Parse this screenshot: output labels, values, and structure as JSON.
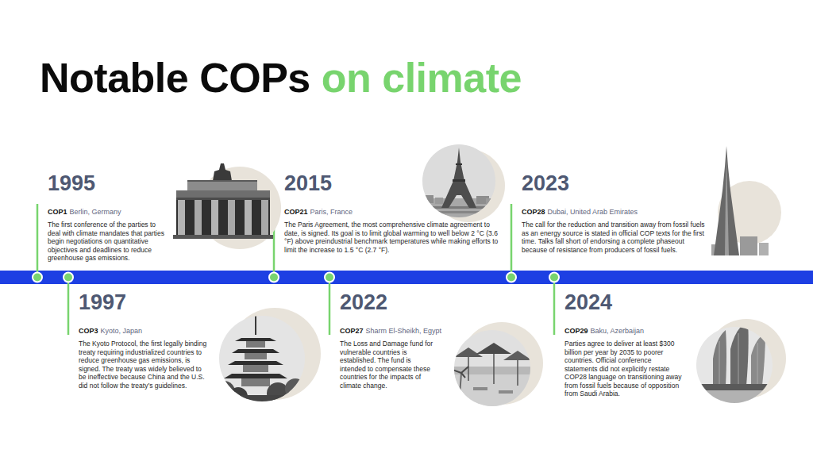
{
  "diagram": {
    "title": "Notable COPs",
    "nodes": [
      {
        "text": [
          "1995",
          "COP1",
          "Berlin, Germany",
          "The first conference of the parties to deal with climate mandates that parties begin negotiations on quantitative objectives and deadlines to reduce greenhouse gas emissions."
        ]
      },
      {
        "text": [
          "1997",
          "COP3",
          "Kyoto, Japan",
          "The Kyoto Protocol, the first legally binding treaty requiring industrialized countries to reduce greenhouse gas emissions, is signed. The treaty was widely believed to be ineffective because China and the U.S. did not follow the treaty’s guidelines."
        ]
      },
      {
        "text": [
          "2015",
          "COP21",
          "Paris, France",
          "The Paris Agreement, the most comprehensive climate agreement to date, is signed. Its goal is to limit global warming to well below 2 °C (3.6 °F) above preindustrial benchmark temperatures while making efforts to limit the increase to 1.5 °C (2.7 °F)."
        ]
      },
      {
        "text": [
          "2022",
          "COP27",
          "Sharm El-Sheikh, Egypt",
          "The Loss and Damage fund for vulnerable countries is established. The fund is intended to compensate these countries for the impacts of climate change."
        ]
      },
      {
        "text": [
          "2023",
          "COP28",
          "Dubai, United Arab Emirates",
          "The call for the reduction and transition away from fossil fuels as an energy source is stated in official COP texts for the first time. Talks fall short of endorsing a complete phaseout because of resistance from producers of fossil fuels."
        ]
      },
      {
        "text": [
          "2024",
          "COP29",
          "Baku, Azerbaijan",
          "Parties agree to deliver at least $300 billion per year by 2035 to poorer countries. Official conference statements did not explicitly restate COP28 language on transitioning away from fossil fuels because of opposition from Saudi Arabia."
        ]
      }
    ],
    "labels": [
      "on climate"
    ]
  }
}
